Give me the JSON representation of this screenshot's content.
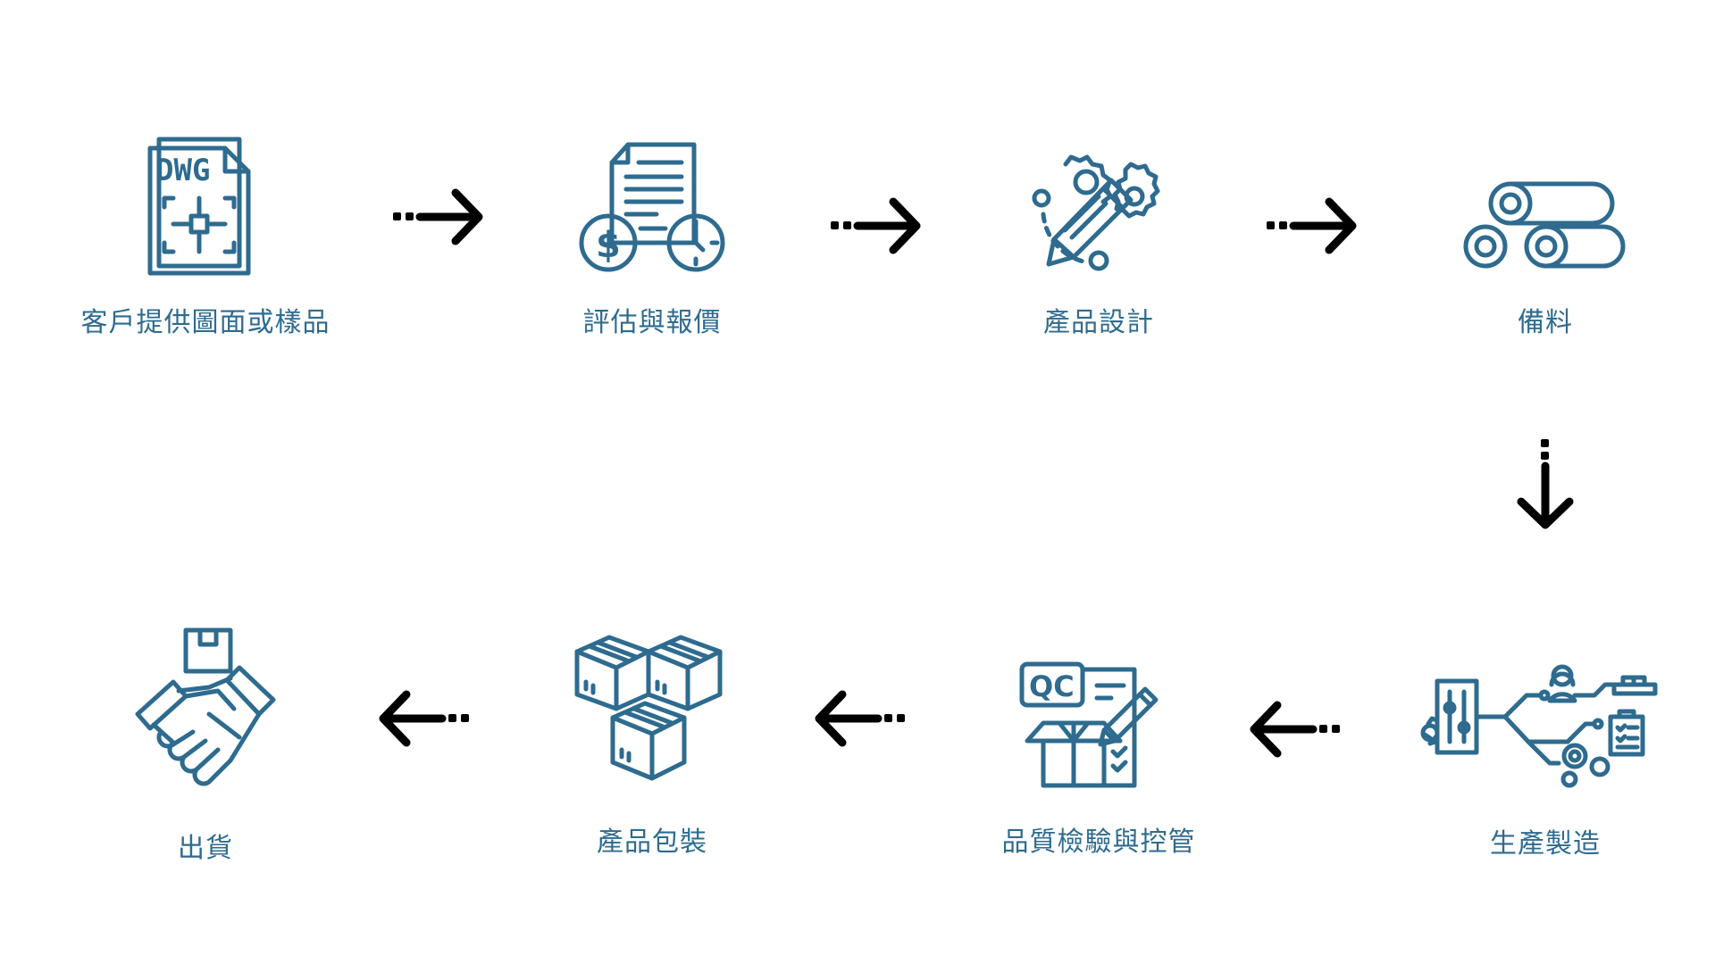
{
  "accent_color": "#2e6b8f",
  "steps": [
    {
      "label": "客戶提供圖面或樣品",
      "icon": "dwg-drawing-icon"
    },
    {
      "label": "評估與報價",
      "icon": "quotation-document-icon"
    },
    {
      "label": "產品設計",
      "icon": "design-pencil-gears-icon"
    },
    {
      "label": "備料",
      "icon": "material-pipes-icon"
    },
    {
      "label": "生產製造",
      "icon": "manufacturing-process-icon"
    },
    {
      "label": "品質檢驗與控管",
      "icon": "qc-inspection-icon"
    },
    {
      "label": "產品包裝",
      "icon": "stacked-boxes-icon"
    },
    {
      "label": "出貨",
      "icon": "handshake-delivery-icon"
    }
  ],
  "icon_texts": {
    "dwg": "DWG",
    "dollar": "$",
    "qc": "QC"
  },
  "arrows": [
    {
      "from": 0,
      "to": 1,
      "direction": "right"
    },
    {
      "from": 1,
      "to": 2,
      "direction": "right"
    },
    {
      "from": 2,
      "to": 3,
      "direction": "right"
    },
    {
      "from": 3,
      "to": 4,
      "direction": "down"
    },
    {
      "from": 4,
      "to": 5,
      "direction": "left"
    },
    {
      "from": 5,
      "to": 6,
      "direction": "left"
    },
    {
      "from": 6,
      "to": 7,
      "direction": "left"
    }
  ]
}
